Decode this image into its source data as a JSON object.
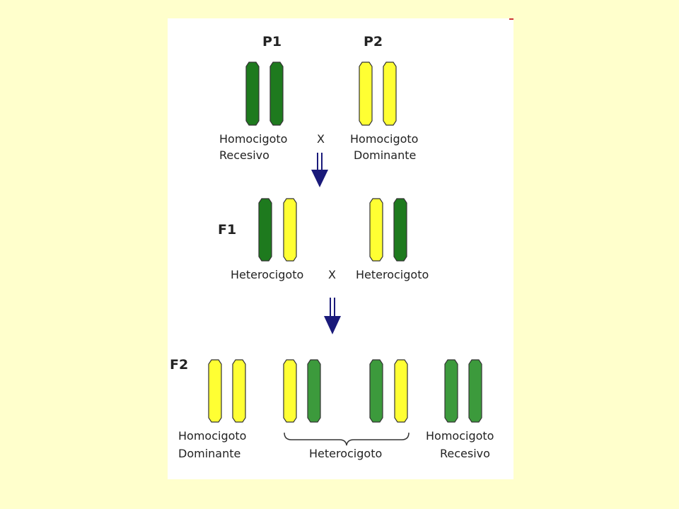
{
  "colors": {
    "background": "#FFFFCC",
    "panel": "#FFFFFF",
    "dark_green": "#1E7A1E",
    "mid_green": "#3C9A3C",
    "yellow": "#FFFF33",
    "outline": "#333333",
    "arrow": "#1A1A7A"
  },
  "generations": {
    "p1": "P1",
    "p2": "P2",
    "f1": "F1",
    "f2": "F2"
  },
  "cross_symbol": "X",
  "parents": {
    "left": {
      "line1": "Homocigoto",
      "line2": "Recesivo",
      "alleles": [
        "dark_green",
        "dark_green"
      ]
    },
    "right": {
      "line1": "Homocigoto",
      "line2": "Dominante",
      "alleles": [
        "yellow",
        "yellow"
      ]
    }
  },
  "f1": {
    "left": {
      "label": "Heterocigoto",
      "alleles": [
        "dark_green",
        "yellow"
      ]
    },
    "right": {
      "label": "Heterocigoto",
      "alleles": [
        "yellow",
        "dark_green"
      ]
    }
  },
  "f2": {
    "dominant": {
      "line1": "Homocigoto",
      "line2": "Dominante",
      "alleles": [
        "yellow",
        "yellow"
      ]
    },
    "hetero_a": {
      "alleles": [
        "yellow",
        "mid_green"
      ]
    },
    "hetero_b": {
      "alleles": [
        "mid_green",
        "yellow"
      ]
    },
    "hetero_label": "Heterocigoto",
    "recessive": {
      "line1": "Homocigoto",
      "line2": "Recesivo",
      "alleles": [
        "mid_green",
        "mid_green"
      ]
    }
  }
}
